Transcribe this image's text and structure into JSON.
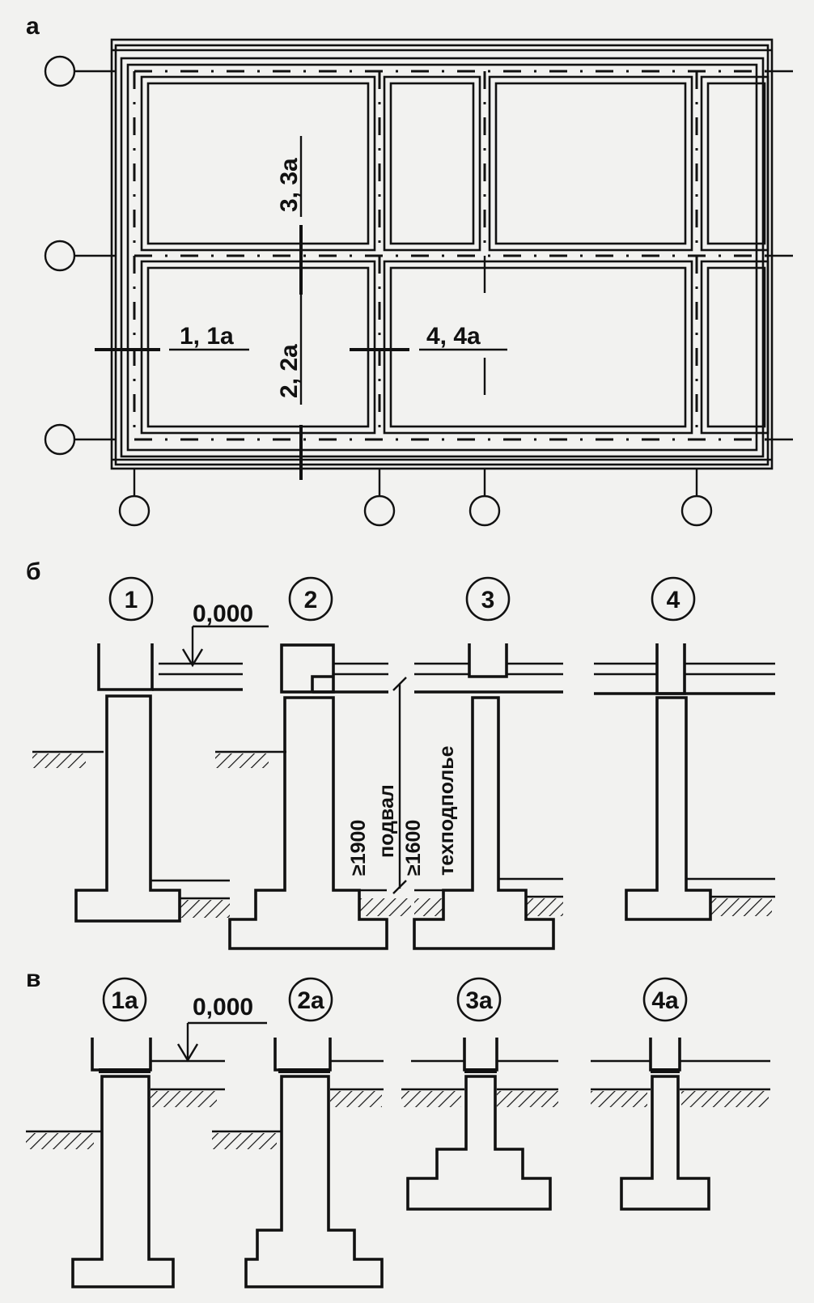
{
  "panels": {
    "a": {
      "letter": "а"
    },
    "b": {
      "letter": "б"
    },
    "v": {
      "letter": "в"
    }
  },
  "plan": {
    "section_labels": {
      "s11a": "1, 1а",
      "s22a": "2, 2а",
      "s33a": "3, 3а",
      "s44a": "4, 4а"
    }
  },
  "sections_b": {
    "numbers": [
      "1",
      "2",
      "3",
      "4"
    ],
    "elevation": "0,000",
    "dim_basement": "≥1900",
    "label_basement": "подвал",
    "dim_crawl": "≥1600",
    "label_crawl": "техподполье"
  },
  "sections_v": {
    "numbers": [
      "1а",
      "2а",
      "3а",
      "4а"
    ],
    "elevation": "0,000"
  }
}
